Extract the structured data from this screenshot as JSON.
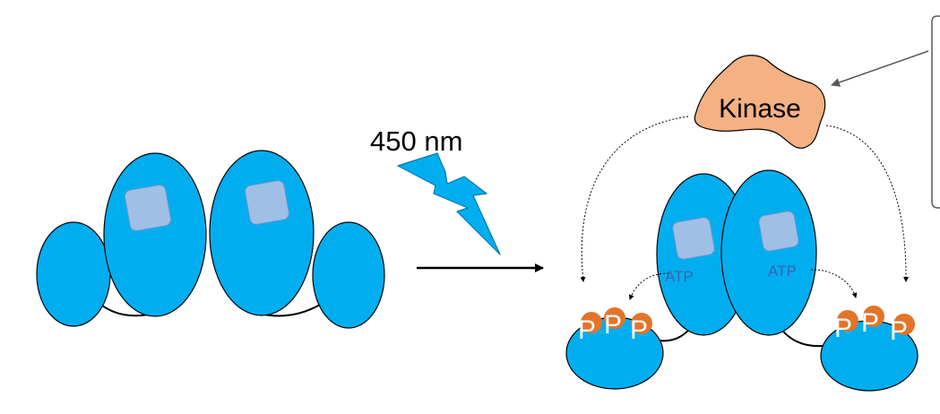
{
  "wavelength_label": "450 nm",
  "kinase_label": "Kinase",
  "atp_left_label": "ATP",
  "atp_right_label": "ATP",
  "phospho_label": "P",
  "colors": {
    "protein_blue": "#00aeef",
    "chromophore": "#9fbfe6",
    "kinase_fill": "#f4b183",
    "phosphate_orange": "#e3742a",
    "atp_text": "#3a63b0",
    "outline": "#000000",
    "callout_border": "#595959"
  },
  "icons": {
    "light": "lightning-bolt-icon",
    "reaction": "reaction-arrow-icon"
  }
}
